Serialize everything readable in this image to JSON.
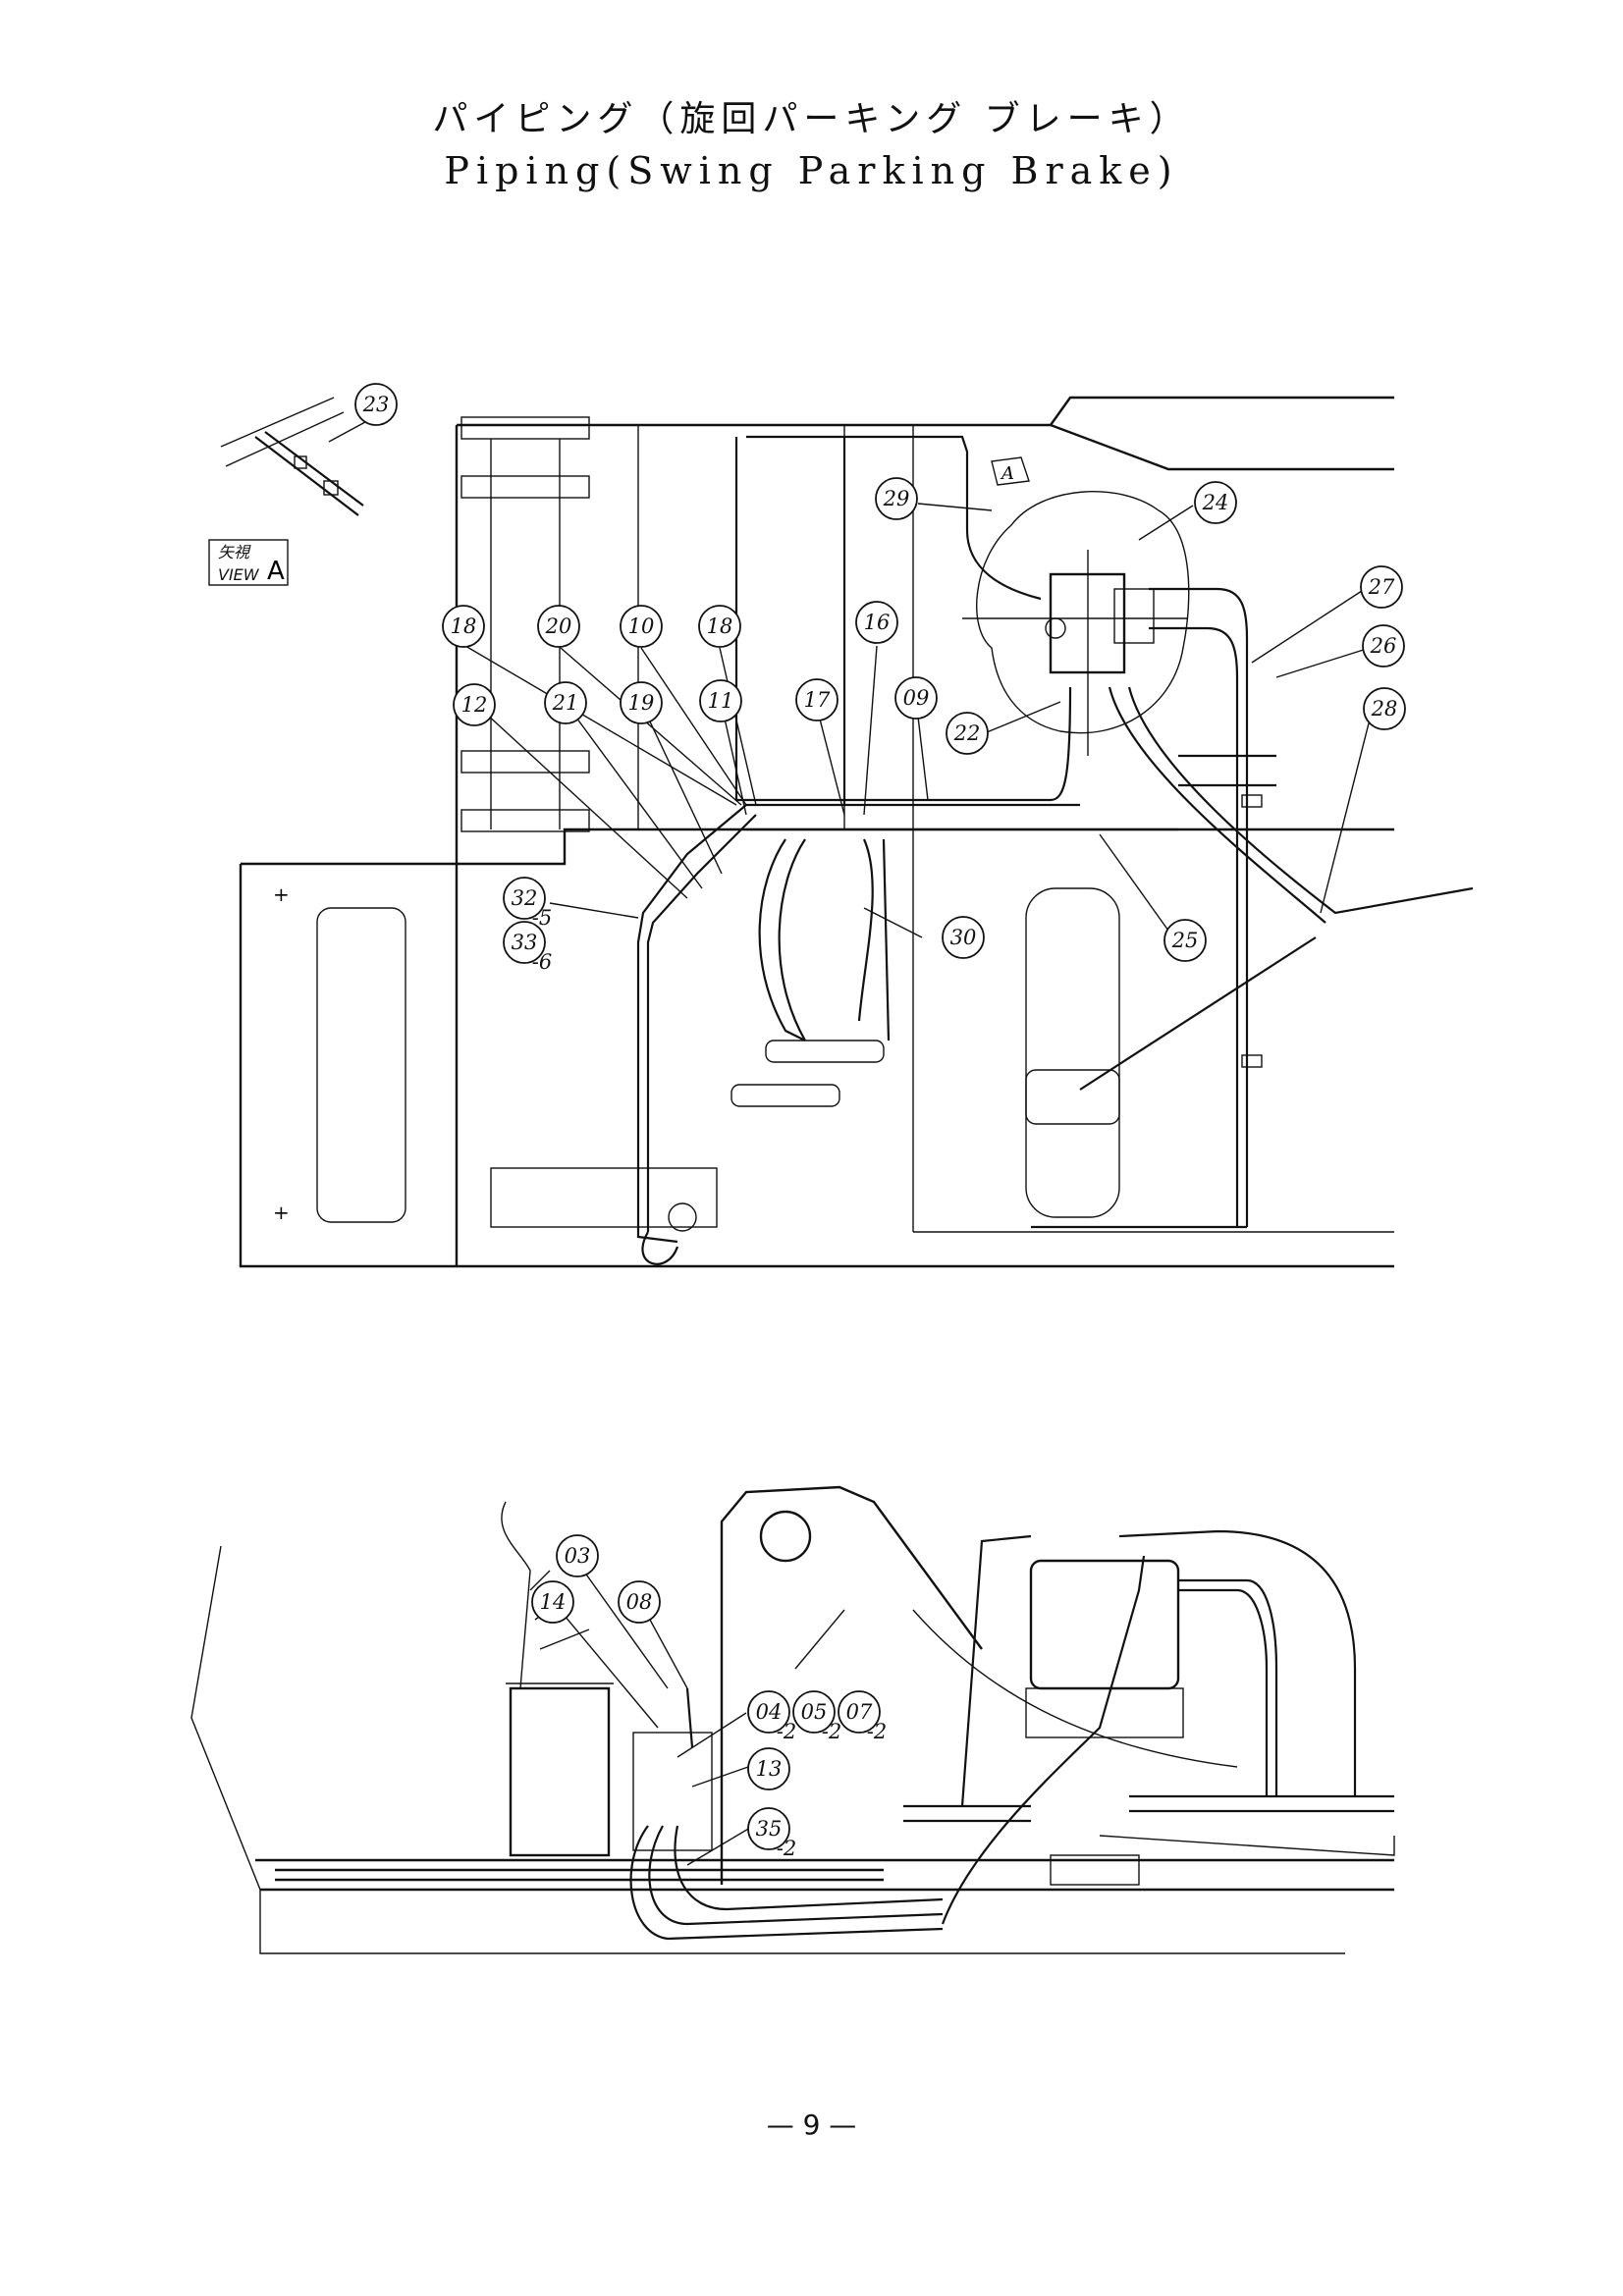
{
  "title": {
    "japanese": "パイピング（旋回パーキング ブレーキ）",
    "english": "Piping(Swing Parking Brake)"
  },
  "view_label": {
    "kanji": "矢視",
    "view": "VIEW",
    "letter": "A"
  },
  "arrow_marker": "A",
  "top_callouts": [
    {
      "num": "23"
    },
    {
      "num": "29"
    },
    {
      "num": "24"
    },
    {
      "num": "27"
    },
    {
      "num": "26"
    },
    {
      "num": "28"
    },
    {
      "num": "18"
    },
    {
      "num": "20"
    },
    {
      "num": "10"
    },
    {
      "num": "18"
    },
    {
      "num": "16"
    },
    {
      "num": "12"
    },
    {
      "num": "21"
    },
    {
      "num": "19"
    },
    {
      "num": "11"
    },
    {
      "num": "17"
    },
    {
      "num": "09"
    },
    {
      "num": "22"
    },
    {
      "num": "32",
      "sub": "-5"
    },
    {
      "num": "33",
      "sub": "-6"
    },
    {
      "num": "30"
    },
    {
      "num": "25"
    }
  ],
  "bottom_callouts": [
    {
      "num": "03"
    },
    {
      "num": "14"
    },
    {
      "num": "08"
    },
    {
      "num": "04",
      "sub": "-2"
    },
    {
      "num": "05",
      "sub": "-2"
    },
    {
      "num": "07",
      "sub": "-2"
    },
    {
      "num": "13"
    },
    {
      "num": "35",
      "sub": "-2"
    }
  ],
  "page_number": "— 9 —"
}
